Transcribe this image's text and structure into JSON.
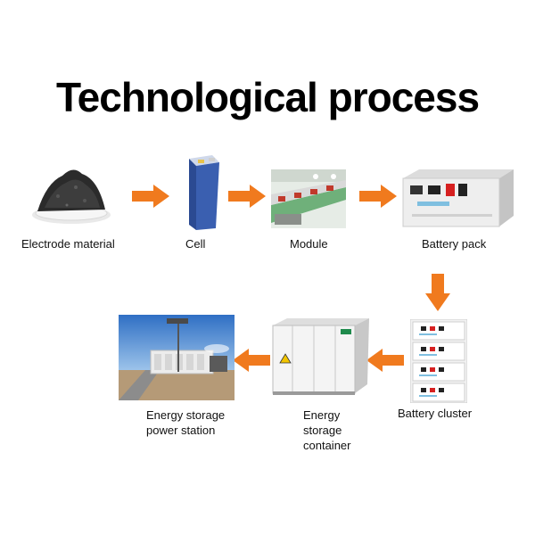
{
  "title": "Technological process",
  "steps": {
    "electrode": {
      "label": "Electrode material",
      "icon": "electrode-powder-icon"
    },
    "cell": {
      "label": "Cell",
      "icon": "battery-cell-icon"
    },
    "module": {
      "label": "Module",
      "icon": "module-assembly-icon"
    },
    "pack": {
      "label": "Battery pack",
      "icon": "battery-pack-icon"
    },
    "cluster": {
      "label": "Battery cluster",
      "icon": "battery-cluster-icon"
    },
    "container": {
      "label": "Energy\nstorage\ncontainer",
      "icon": "storage-container-icon"
    },
    "station": {
      "label": "Energy storage\npower station",
      "icon": "power-station-icon"
    }
  },
  "colors": {
    "arrow": "#f07a1e",
    "cell_blue": "#3a5fb0",
    "sky": "#3f7fd0"
  }
}
